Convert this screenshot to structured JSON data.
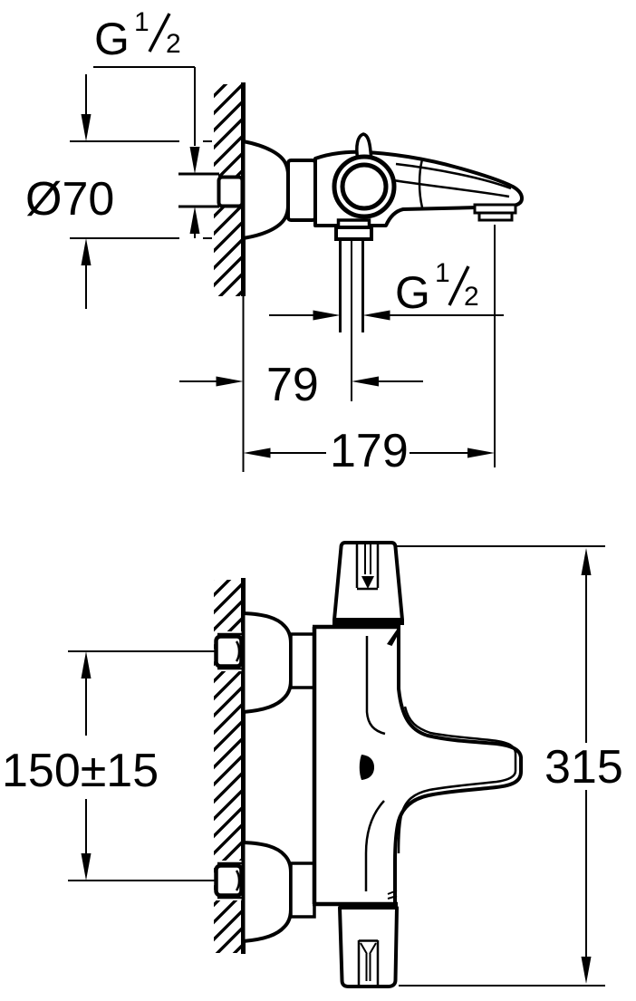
{
  "page": {
    "background": "#ffffff",
    "ink": "#000000"
  },
  "dimensions": {
    "top_thread": {
      "prefix": "G",
      "numerator": "1",
      "denominator": "2"
    },
    "outlet_thread": {
      "prefix": "G",
      "numerator": "1",
      "denominator": "2"
    },
    "escutcheon_diameter": "Ø70",
    "wall_to_shower_outlet": "79",
    "wall_to_spout_outlet": "179",
    "inlet_center_height": "150±15",
    "overall_height": "315"
  }
}
